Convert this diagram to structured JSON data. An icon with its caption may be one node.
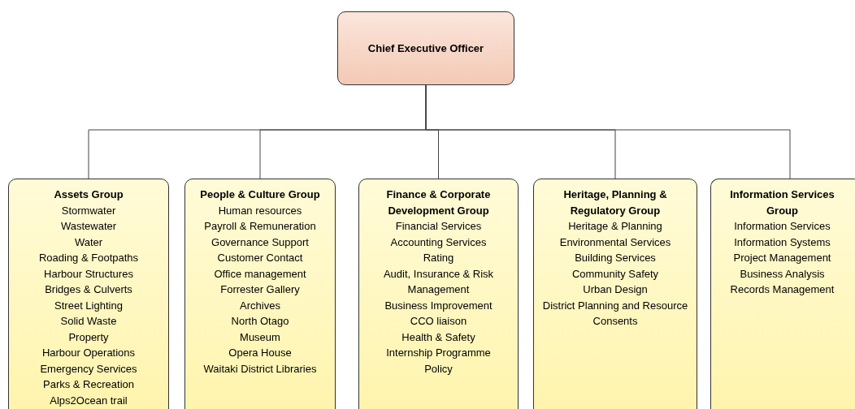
{
  "diagram": {
    "nodes": [
      {
        "text": [
          "Chief Executive Officer"
        ]
      },
      {
        "text": [
          "Assets Group",
          "Stormwater",
          "Wastewater",
          "Water",
          "Roading & Footpaths",
          "Harbour Structures",
          "Bridges & Culverts",
          "Street Lighting",
          "Solid Waste",
          "Property",
          "Harbour Operations",
          "Emergency Services",
          "Parks & Recreation",
          "Alps2Ocean trail"
        ]
      },
      {
        "text": [
          "People & Culture Group",
          "Human resources",
          "Payroll & Remuneration",
          "Governance Support",
          "Customer Contact",
          "Office management",
          "Forrester Gallery",
          "Archives",
          "North Otago",
          "Museum",
          "Opera House",
          "Waitaki District Libraries"
        ]
      },
      {
        "text": [
          "Finance & Corporate Development Group",
          "Financial Services",
          "Accounting Services",
          "Rating",
          "Audit, Insurance & Risk Management",
          "Business Improvement",
          "CCO liaison",
          "Health & Safety",
          "Internship Programme",
          "Policy"
        ]
      },
      {
        "text": [
          "Heritage, Planning & Regulatory Group",
          "Heritage & Planning",
          "Environmental Services",
          "Building Services",
          "Community Safety",
          "Urban Design",
          "District Planning and Resource Consents"
        ]
      },
      {
        "text": [
          "Information Services Group",
          "Information Services",
          "Information Systems",
          "Project Management",
          "Business Analysis",
          "Records Management"
        ]
      }
    ],
    "edges": [
      {
        "from": 0,
        "to": 1,
        "arrow": "none"
      },
      {
        "from": 0,
        "to": 2,
        "arrow": "none"
      },
      {
        "from": 0,
        "to": 3,
        "arrow": "none"
      },
      {
        "from": 0,
        "to": 4,
        "arrow": "none"
      },
      {
        "from": 0,
        "to": 5,
        "arrow": "none"
      }
    ]
  }
}
